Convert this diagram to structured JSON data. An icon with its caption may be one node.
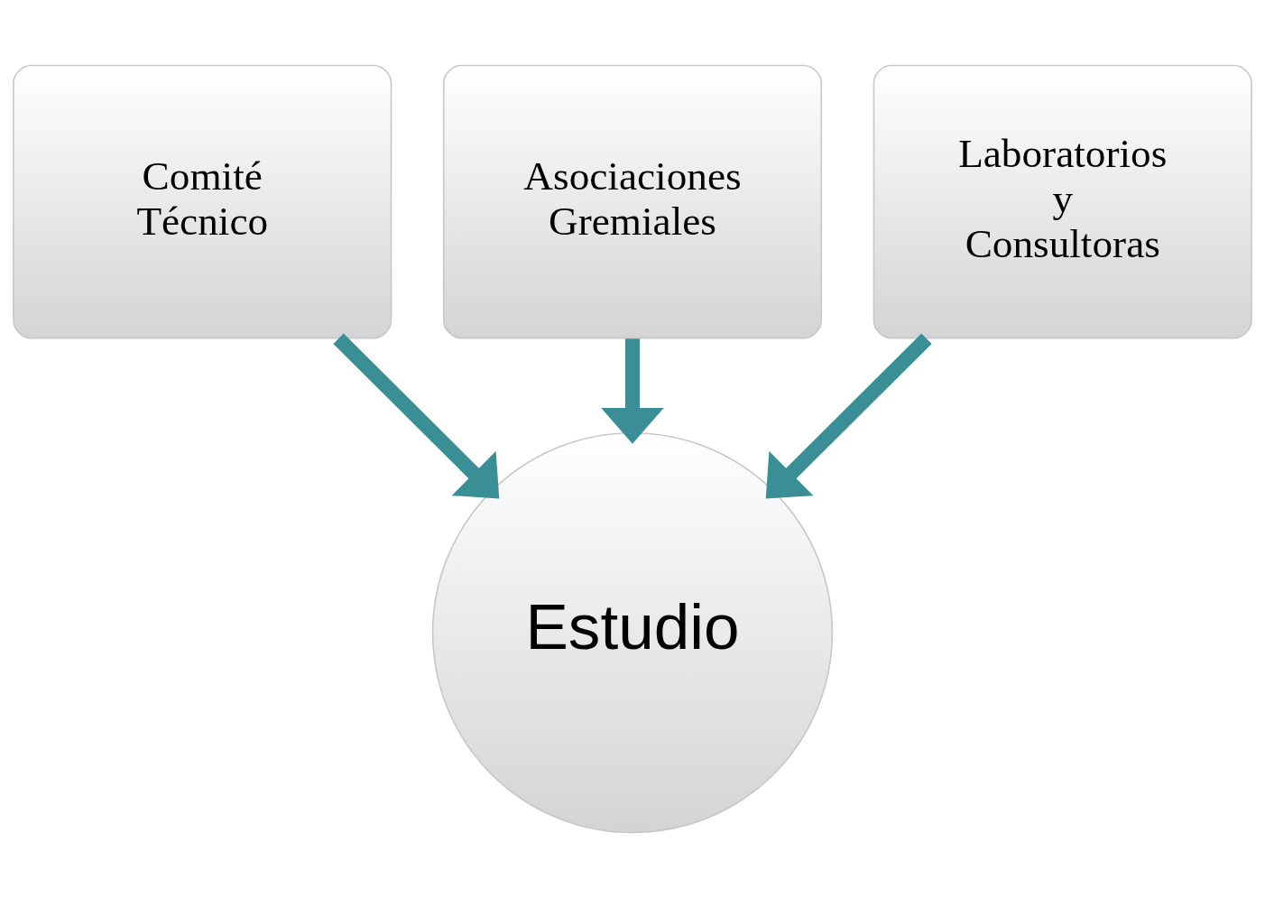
{
  "diagram": {
    "nodes": [
      {
        "text": [
          "Asociaciones Gremiales"
        ]
      },
      {
        "text": [
          "Comité Técnico"
        ]
      },
      {
        "text": [
          "Laboratorios y Consultoras"
        ]
      },
      {
        "text": [
          "Estudio"
        ]
      }
    ],
    "edges": [
      {
        "from": 0,
        "to": 3,
        "arrow": "to"
      },
      {
        "from": 1,
        "to": 3,
        "arrow": "to"
      },
      {
        "from": 2,
        "to": 3,
        "arrow": "to"
      }
    ]
  }
}
